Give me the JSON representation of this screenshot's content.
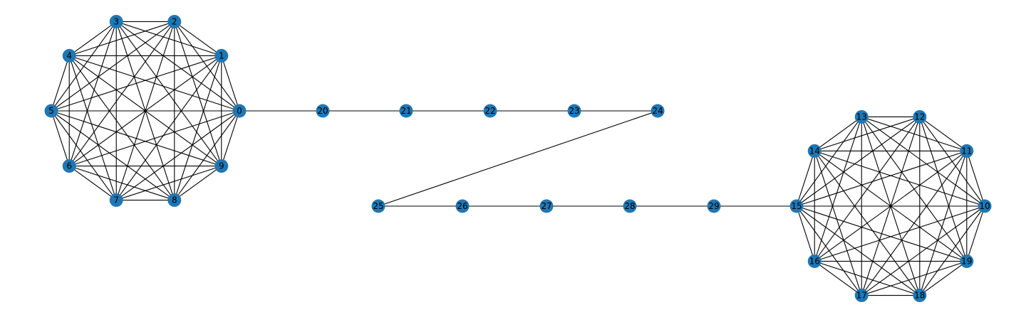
{
  "graph": {
    "node_color": "#1f77b4",
    "edge_color": "#000000",
    "label_color": "#000000",
    "nodes": [
      {
        "id": "0"
      },
      {
        "id": "1"
      },
      {
        "id": "2"
      },
      {
        "id": "3"
      },
      {
        "id": "4"
      },
      {
        "id": "5"
      },
      {
        "id": "6"
      },
      {
        "id": "7"
      },
      {
        "id": "8"
      },
      {
        "id": "9"
      },
      {
        "id": "10"
      },
      {
        "id": "11"
      },
      {
        "id": "12"
      },
      {
        "id": "13"
      },
      {
        "id": "14"
      },
      {
        "id": "15"
      },
      {
        "id": "16"
      },
      {
        "id": "17"
      },
      {
        "id": "18"
      },
      {
        "id": "19"
      },
      {
        "id": "20"
      },
      {
        "id": "21"
      },
      {
        "id": "22"
      },
      {
        "id": "23"
      },
      {
        "id": "24"
      },
      {
        "id": "25"
      },
      {
        "id": "26"
      },
      {
        "id": "27"
      },
      {
        "id": "28"
      },
      {
        "id": "29"
      }
    ],
    "complete_clusters": [
      [
        "0",
        "1",
        "2",
        "3",
        "4",
        "5",
        "6",
        "7",
        "8",
        "9"
      ],
      [
        "10",
        "11",
        "12",
        "13",
        "14",
        "15",
        "16",
        "17",
        "18",
        "19"
      ]
    ],
    "path_edges": [
      [
        "0",
        "20"
      ],
      [
        "20",
        "21"
      ],
      [
        "21",
        "22"
      ],
      [
        "22",
        "23"
      ],
      [
        "23",
        "24"
      ],
      [
        "24",
        "25"
      ],
      [
        "25",
        "26"
      ],
      [
        "26",
        "27"
      ],
      [
        "27",
        "28"
      ],
      [
        "28",
        "29"
      ],
      [
        "29",
        "15"
      ]
    ]
  }
}
